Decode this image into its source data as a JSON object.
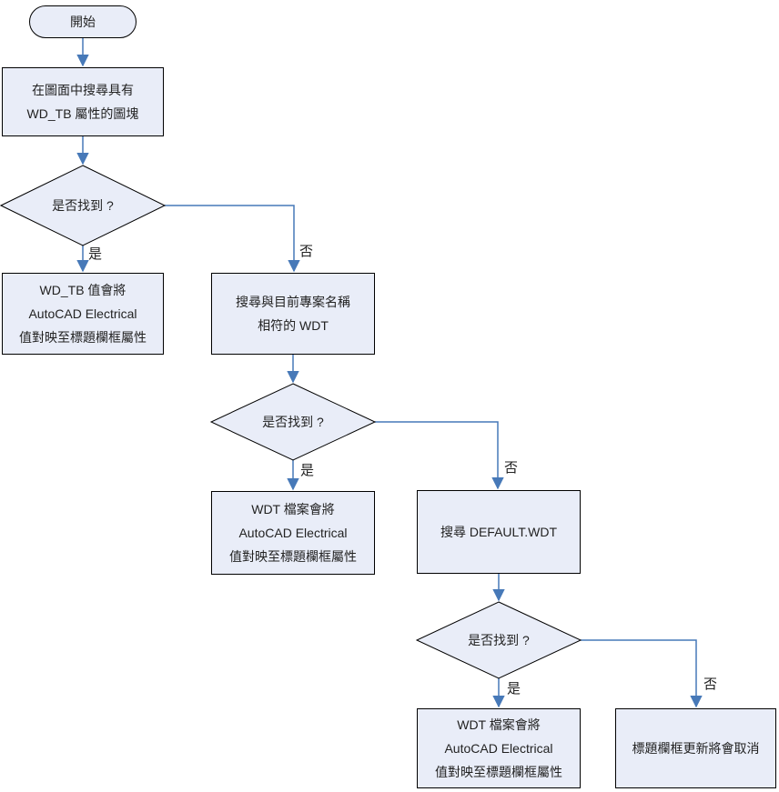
{
  "diagram": {
    "type": "flowchart",
    "colors": {
      "node_fill": "#e9edf8",
      "node_border": "#000000",
      "connector": "#4779b8",
      "text": "#222222"
    },
    "nodes": {
      "start": {
        "label": "開始"
      },
      "search_wdtb": {
        "text": "在圖面中搜尋具有\nWD_TB 屬性的圖塊"
      },
      "decision1": {
        "text": "是否找到 ?"
      },
      "wdtb_maps": {
        "text": "WD_TB 值會將\nAutoCAD Electrical\n值對映至標題欄框屬性"
      },
      "search_project_wdt": {
        "text": "搜尋與目前專案名稱\n相符的 WDT"
      },
      "decision2": {
        "text": "是否找到 ?"
      },
      "wdt_maps_project": {
        "text": "WDT 檔案會將\nAutoCAD Electrical\n值對映至標題欄框屬性"
      },
      "search_default_wdt": {
        "text": "搜尋 DEFAULT.WDT"
      },
      "decision3": {
        "text": "是否找到 ?"
      },
      "wdt_maps_default": {
        "text": "WDT 檔案會將\nAutoCAD Electrical\n值對映至標題欄框屬性"
      },
      "cancel_update": {
        "text": "標題欄框更新將會取消"
      }
    },
    "edges": [
      {
        "from": "start",
        "to": "search_wdtb",
        "label": ""
      },
      {
        "from": "search_wdtb",
        "to": "decision1",
        "label": ""
      },
      {
        "from": "decision1",
        "to": "wdtb_maps",
        "label": "是"
      },
      {
        "from": "decision1",
        "to": "search_project_wdt",
        "label": "否"
      },
      {
        "from": "search_project_wdt",
        "to": "decision2",
        "label": ""
      },
      {
        "from": "decision2",
        "to": "wdt_maps_project",
        "label": "是"
      },
      {
        "from": "decision2",
        "to": "search_default_wdt",
        "label": "否"
      },
      {
        "from": "search_default_wdt",
        "to": "decision3",
        "label": ""
      },
      {
        "from": "decision3",
        "to": "wdt_maps_default",
        "label": "是"
      },
      {
        "from": "decision3",
        "to": "cancel_update",
        "label": "否"
      }
    ]
  }
}
